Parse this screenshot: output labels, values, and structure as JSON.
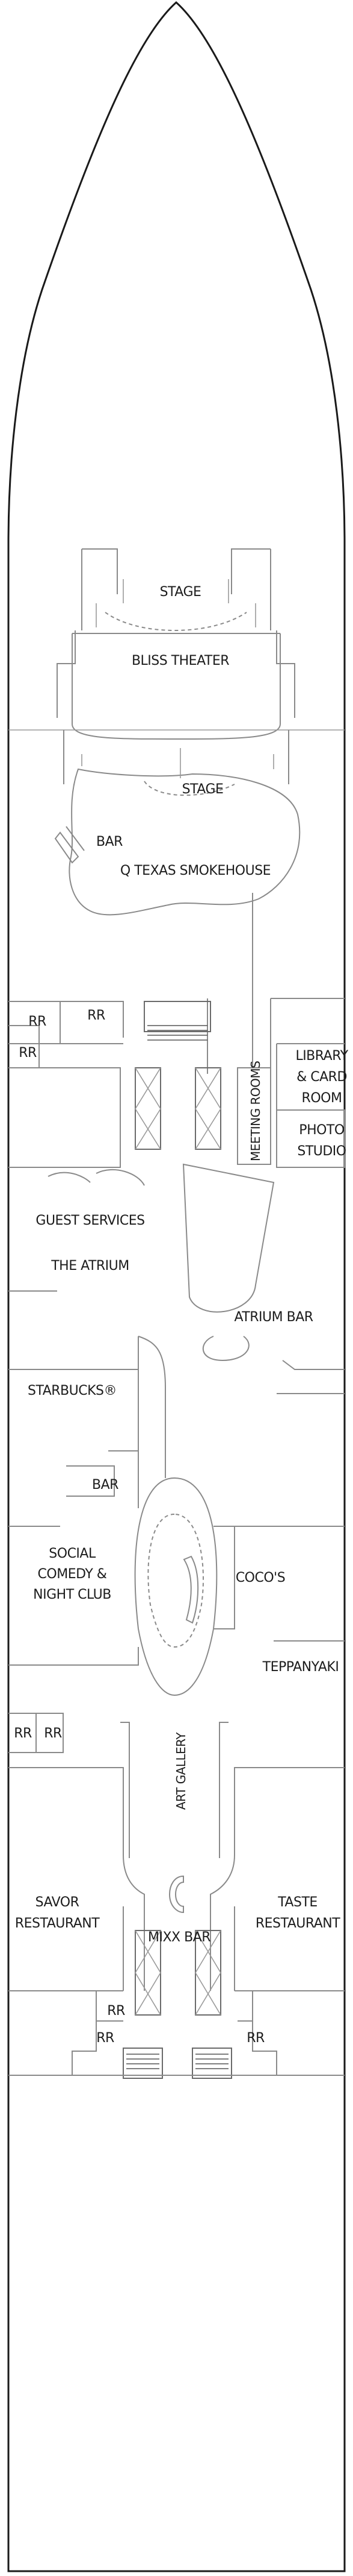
{
  "labels": {
    "stage_top": "STAGE",
    "bliss_theater": "BLISS THEATER",
    "stage_mid": "STAGE",
    "bar_top": "BAR",
    "q_texas": "Q TEXAS SMOKEHOUSE",
    "rr_1": "RR",
    "rr_2": "RR",
    "rr_3": "RR",
    "library_1": "LIBRARY",
    "library_2": "& CARD",
    "library_3": "ROOM",
    "photo_1": "PHOTO",
    "photo_2": "STUDIO",
    "meeting_rooms": "MEETING ROOMS",
    "guest_services": "GUEST SERVICES",
    "atrium": "THE ATRIUM",
    "atrium_bar": "ATRIUM BAR",
    "starbucks": "STARBUCKS®",
    "bar_mid": "BAR",
    "social_1": "SOCIAL",
    "social_2": "COMEDY &",
    "social_3": "NIGHT CLUB",
    "cocos": "COCO'S",
    "teppanyaki": "TEPPANYAKI",
    "rr_4": "RR",
    "rr_5": "RR",
    "art_gallery": "ART GALLERY",
    "savor_1": "SAVOR",
    "savor_2": "RESTAURANT",
    "taste_1": "TASTE",
    "taste_2": "RESTAURANT",
    "mixx_bar": "MIXX BAR",
    "rr_6": "RR",
    "rr_7": "RR",
    "rr_8": "RR"
  }
}
